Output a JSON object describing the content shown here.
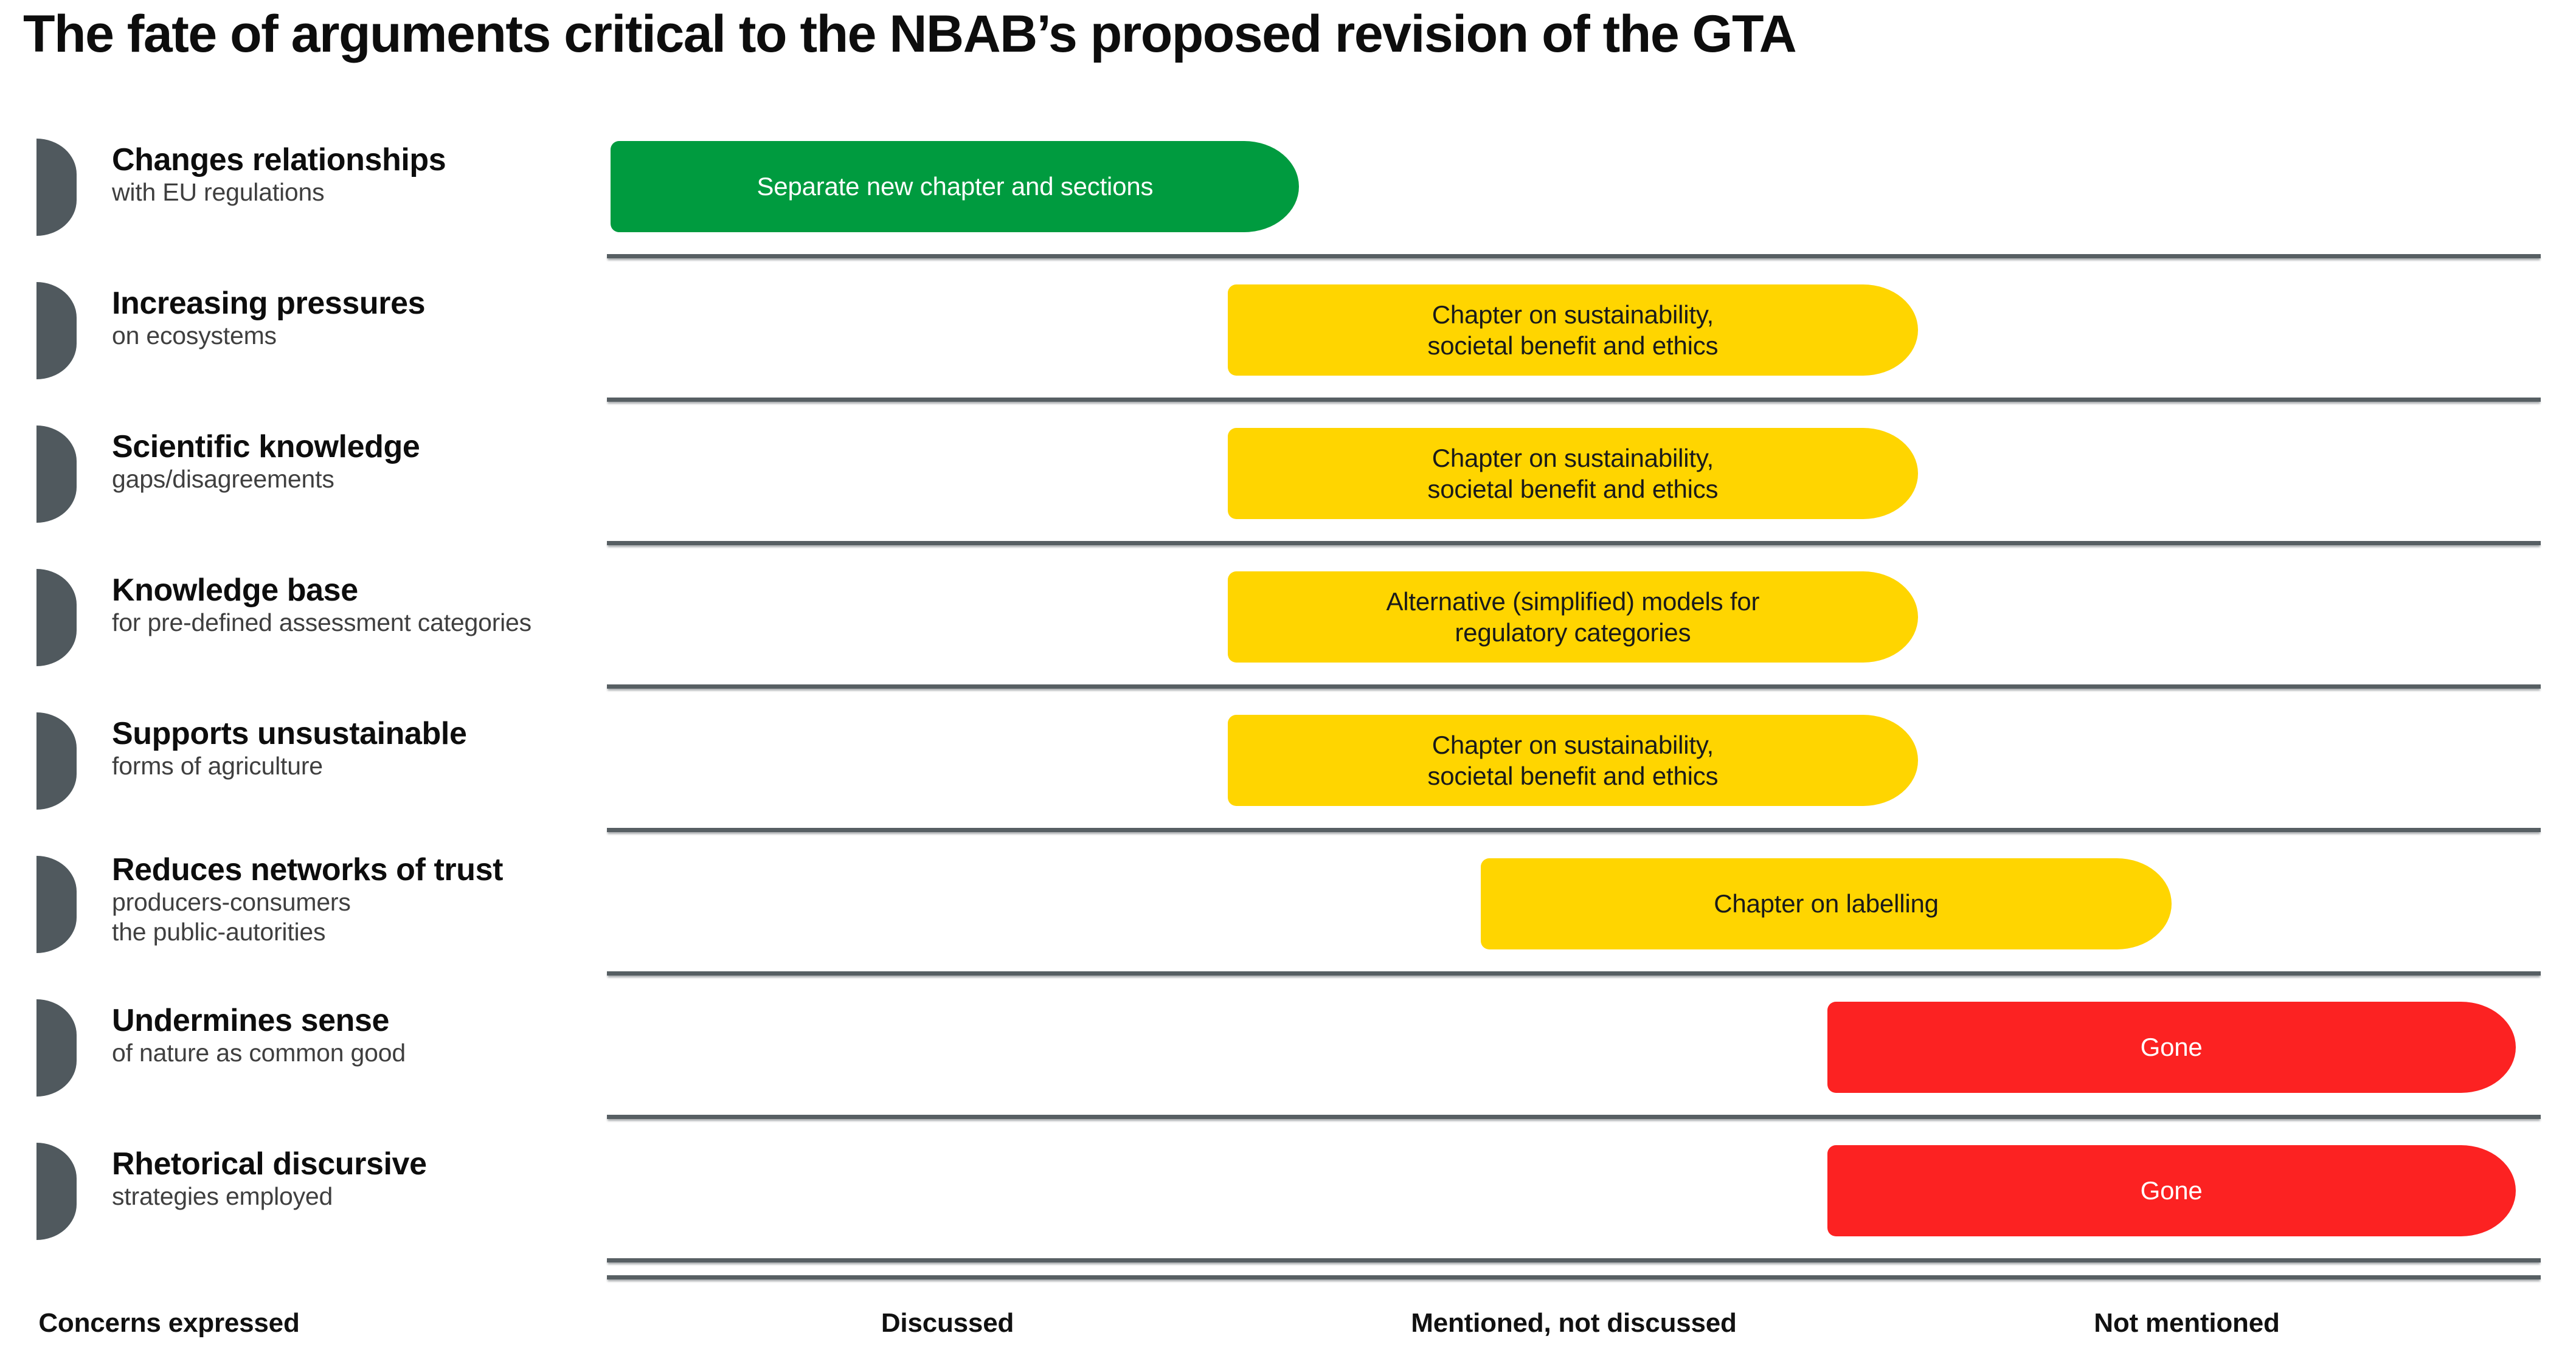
{
  "title": "The fate of arguments critical to the NBAB’s proposed revision of the GTA",
  "colors": {
    "green": "#009b3f",
    "yellow": "#ffd500",
    "red": "#fc2222",
    "bullet_gray": "#50595e",
    "rule_gray": "#575f63"
  },
  "axis": {
    "left_label": "Concerns expressed",
    "ticks": [
      {
        "label": "Discussed",
        "center_pct": 17.6
      },
      {
        "label": "Mentioned, not discussed",
        "center_pct": 50.0
      },
      {
        "label": "Not mentioned",
        "center_pct": 81.7
      }
    ]
  },
  "chart_data": {
    "type": "bar",
    "title": "The fate of arguments critical to the NBAB’s proposed revision of the GTA",
    "xlabel": "",
    "ylabel": "Concerns expressed",
    "orientation": "horizontal",
    "grid": false,
    "legend_position": "none",
    "x_categories": [
      "Discussed",
      "Mentioned, not discussed",
      "Not mentioned"
    ],
    "categories": [
      "Changes relationships",
      "Increasing pressures",
      "Scientific knowledge",
      "Knowledge base",
      "Supports unsustainable",
      "Reduces networks of trust",
      "Undermines sense",
      "Rhetorical discursive"
    ],
    "bar_labels": [
      "Separate new chapter and sections",
      "Chapter on sustainability, societal benefit and ethics",
      "Chapter on sustainability, societal benefit and ethics",
      "Alternative (simplified) models for regulatory categories",
      "Chapter on sustainability, societal benefit and ethics",
      "Chapter on labelling",
      "Gone",
      "Gone"
    ],
    "statuses": [
      "Discussed",
      "Mentioned, not discussed",
      "Mentioned, not discussed",
      "Mentioned, not discussed",
      "Mentioned, not discussed",
      "Mentioned, not discussed",
      "Not mentioned",
      "Not mentioned"
    ]
  },
  "rows": [
    {
      "main": "Changes relationships",
      "sub_lines": [
        "with EU regulations"
      ],
      "bar": {
        "text_lines": [
          "Separate new chapter and sections"
        ],
        "color_key": "green",
        "left_pct": 0.2,
        "right_pct": 35.8
      }
    },
    {
      "main": "Increasing pressures",
      "sub_lines": [
        "on ecosystems"
      ],
      "bar": {
        "text_lines": [
          "Chapter on sustainability,",
          "societal benefit and ethics"
        ],
        "color_key": "yellow",
        "left_pct": 32.1,
        "right_pct": 67.8
      }
    },
    {
      "main": "Scientific knowledge",
      "sub_lines": [
        "gaps/disagreements"
      ],
      "bar": {
        "text_lines": [
          "Chapter on sustainability,",
          "societal benefit and ethics"
        ],
        "color_key": "yellow",
        "left_pct": 32.1,
        "right_pct": 67.8
      }
    },
    {
      "main": "Knowledge base",
      "sub_lines": [
        "for pre-defined assessment categories"
      ],
      "bar": {
        "text_lines": [
          "Alternative (simplified) models for",
          "regulatory categories"
        ],
        "color_key": "yellow",
        "left_pct": 32.1,
        "right_pct": 67.8
      }
    },
    {
      "main": "Supports unsustainable",
      "sub_lines": [
        "forms of agriculture"
      ],
      "bar": {
        "text_lines": [
          "Chapter on sustainability,",
          "societal benefit and ethics"
        ],
        "color_key": "yellow",
        "left_pct": 32.1,
        "right_pct": 67.8
      }
    },
    {
      "main": "Reduces networks of trust",
      "sub_lines": [
        "producers-consumers",
        "the public-autorities"
      ],
      "bar": {
        "text_lines": [
          "Chapter on labelling"
        ],
        "color_key": "yellow",
        "left_pct": 45.2,
        "right_pct": 80.9
      }
    },
    {
      "main": "Undermines sense",
      "sub_lines": [
        "of nature as common good"
      ],
      "bar": {
        "text_lines": [
          "Gone"
        ],
        "color_key": "red",
        "left_pct": 63.1,
        "right_pct": 98.7
      }
    },
    {
      "main": "Rhetorical discursive",
      "sub_lines": [
        "strategies employed"
      ],
      "bar": {
        "text_lines": [
          "Gone"
        ],
        "color_key": "red",
        "left_pct": 63.1,
        "right_pct": 98.7
      }
    }
  ]
}
